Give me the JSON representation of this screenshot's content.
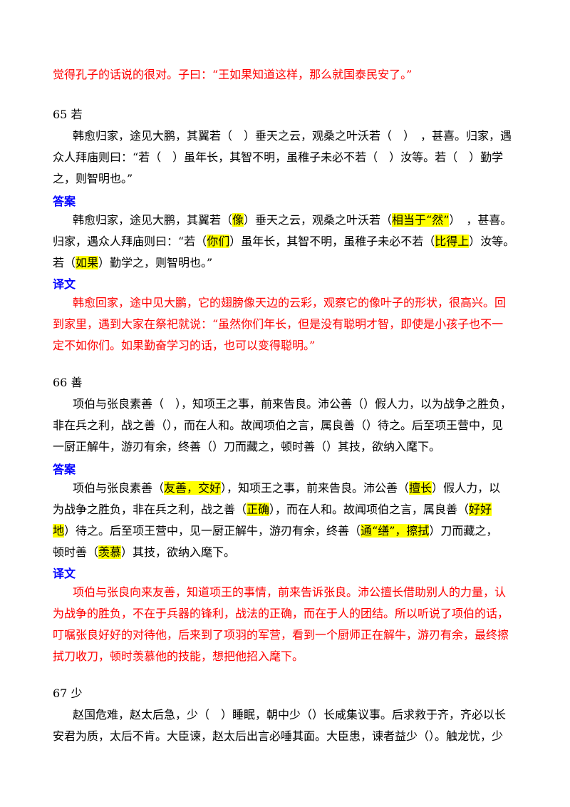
{
  "top_translation_tail": "觉得孔子的话说的很对。子曰：“王如果知道这样，那么就国泰民安了。”",
  "sections": [
    {
      "heading": "65 若",
      "question_lines": [
        "韩愈归家，途见大鹏，其翼若（　）垂天之云，观桑之叶沃若（　）　，甚喜。归家，遇",
        "众人拜庙则曰：“若（　）虽年长，其智不明，虽稚子未必不若（　）汝等。若（　）勤学",
        "之，则智明也。”"
      ],
      "answer_label": "答案",
      "answer_lines": [
        [
          "韩愈归家，途见大鹏，其翼若（",
          "像",
          "）垂天之云，观桑之叶沃若（",
          "相当于“然”",
          "）　，甚喜。"
        ],
        [
          "归家，遇众人拜庙则曰：“若（",
          "你们",
          "）虽年长，其智不明，虽稚子未必不若（",
          "比得上",
          "）汝等。"
        ],
        [
          "若（",
          "如果",
          "）勤学之，则智明也。”"
        ]
      ],
      "translation_label": "译文",
      "translation_lines": [
        "韩愈回家，途中见大鹏，它的翅膀像天边的云彩，观察它的像叶子的形状，很高兴。回",
        "到家里，遇到大家在祭祀就说：“虽然你们年长，但是没有聪明才智，即使是小孩子也不一",
        "定不如你们。如果勤奋学习的话，也可以变得聪明。”"
      ]
    },
    {
      "heading": "66 善",
      "question_lines": [
        "项伯与张良素善（　），知项王之事，前来告良。沛公善（）假人力，以为战争之胜负，",
        "非在兵之利，战之善（），而在人和。故闻项伯之言，属良善（）待之。后至项王营中，见",
        "一厨正解牛，游刃有余，终善（）刀而藏之，顿时善（）其技，欲纳入麾下。"
      ],
      "answer_label": "答案",
      "answer_lines": [
        [
          "项伯与张良素善（",
          "友善，交好",
          "），知项王之事，前来告良。沛公善（",
          "擅长",
          "）假人力，以"
        ],
        [
          "为战争之胜负，非在兵之利，战之善（",
          "正确",
          "），而在人和。故闻项伯之言，属良善（",
          "好好",
          ""
        ],
        [
          "",
          "地",
          "）待之。后至项王营中，见一厨正解牛，游刃有余，终善（",
          "通“缮”，擦拭",
          "）刀而藏之，"
        ],
        [
          "顿时善（",
          "羡慕",
          "）其技，欲纳入麾下。"
        ]
      ],
      "translation_label": "译文",
      "translation_lines": [
        "项伯与张良向来友善，知道项王的事情，前来告诉张良。沛公擅长借助别人的力量，认",
        "为战争的胜负，不在于兵器的锋利，战法的正确，而在于人的团结。所以听说了项伯的话，",
        "叮嘱张良好好的对待他，后来到了项羽的军营，看到一个厨师正在解牛，游刃有余，最终擦",
        "拭刀收刀，顿时羡慕他的技能，想把他招入麾下。"
      ]
    },
    {
      "heading": "67 少",
      "question_lines": [
        "赵国危难，赵太后急，少（　）睡眠，朝中少（）长咸集议事。后求救于齐，齐必以长",
        "安君为质，太后不肯。大臣谏，赵太后出言必唾其面。大臣患，谏者益少（）。触龙忧，少"
      ]
    }
  ],
  "colors": {
    "translation": "#ff0000",
    "label": "#0000ff",
    "highlight": "#ffff00"
  }
}
